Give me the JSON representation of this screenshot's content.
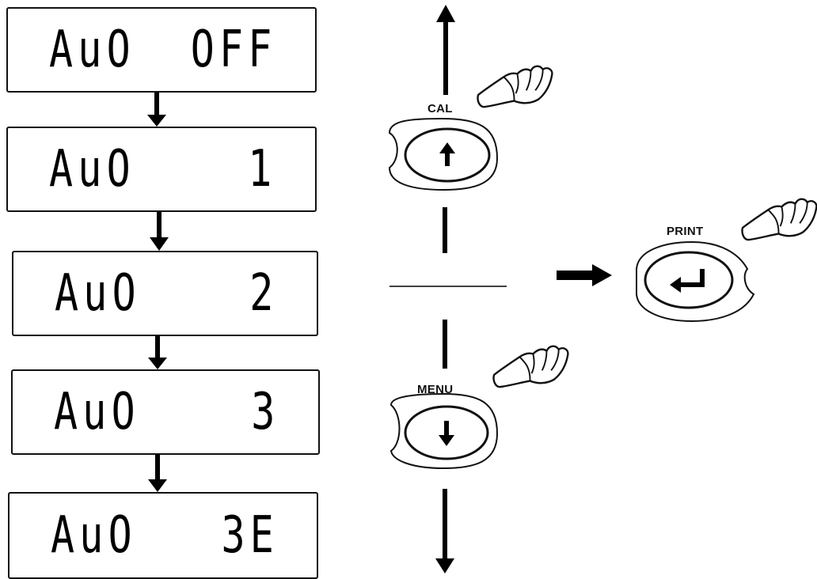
{
  "displays": [
    {
      "left": "AuO",
      "right": "OFF"
    },
    {
      "left": "AuO",
      "right": "1"
    },
    {
      "left": "AuO",
      "right": "2"
    },
    {
      "left": "AuO",
      "right": "3"
    },
    {
      "left": "AuO",
      "right": "3E"
    }
  ],
  "buttons": {
    "cal": {
      "label": "CAL",
      "icon": "up-arrow-icon"
    },
    "print": {
      "label": "PRINT",
      "icon": "enter-arrow-icon"
    },
    "menu": {
      "label": "MENU",
      "icon": "down-arrow-icon"
    }
  }
}
